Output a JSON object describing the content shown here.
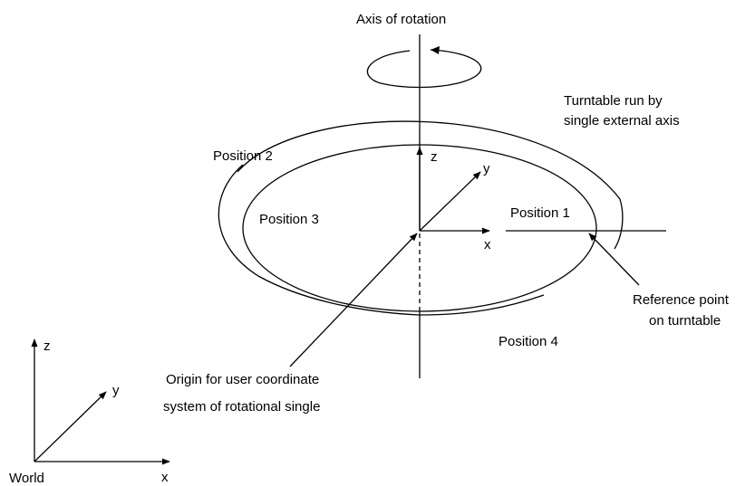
{
  "labels": {
    "axis_of_rotation": "Axis of rotation",
    "turntable_line1": "Turntable run by",
    "turntable_line2": "single external axis",
    "position_1": "Position 1",
    "position_2": "Position 2",
    "position_3": "Position 3",
    "position_4": "Position 4",
    "reference_line1": "Reference point",
    "reference_line2": "on turntable",
    "origin_line1": "Origin for user coordinate",
    "origin_line2": "system of rotational single",
    "user_axis_z": "z",
    "user_axis_y": "y",
    "user_axis_x": "x",
    "world_axis_z": "z",
    "world_axis_y": "y",
    "world_axis_x": "x",
    "world": "World"
  }
}
